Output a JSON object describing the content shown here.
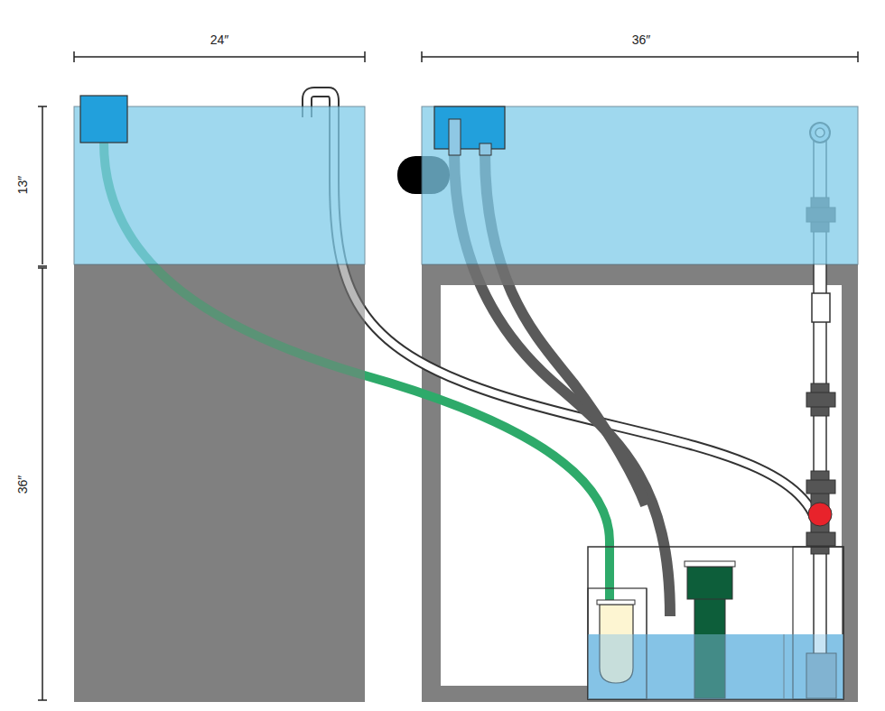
{
  "diagram": {
    "labels": [
      "24″",
      "36″",
      "13″",
      "36″"
    ]
  }
}
